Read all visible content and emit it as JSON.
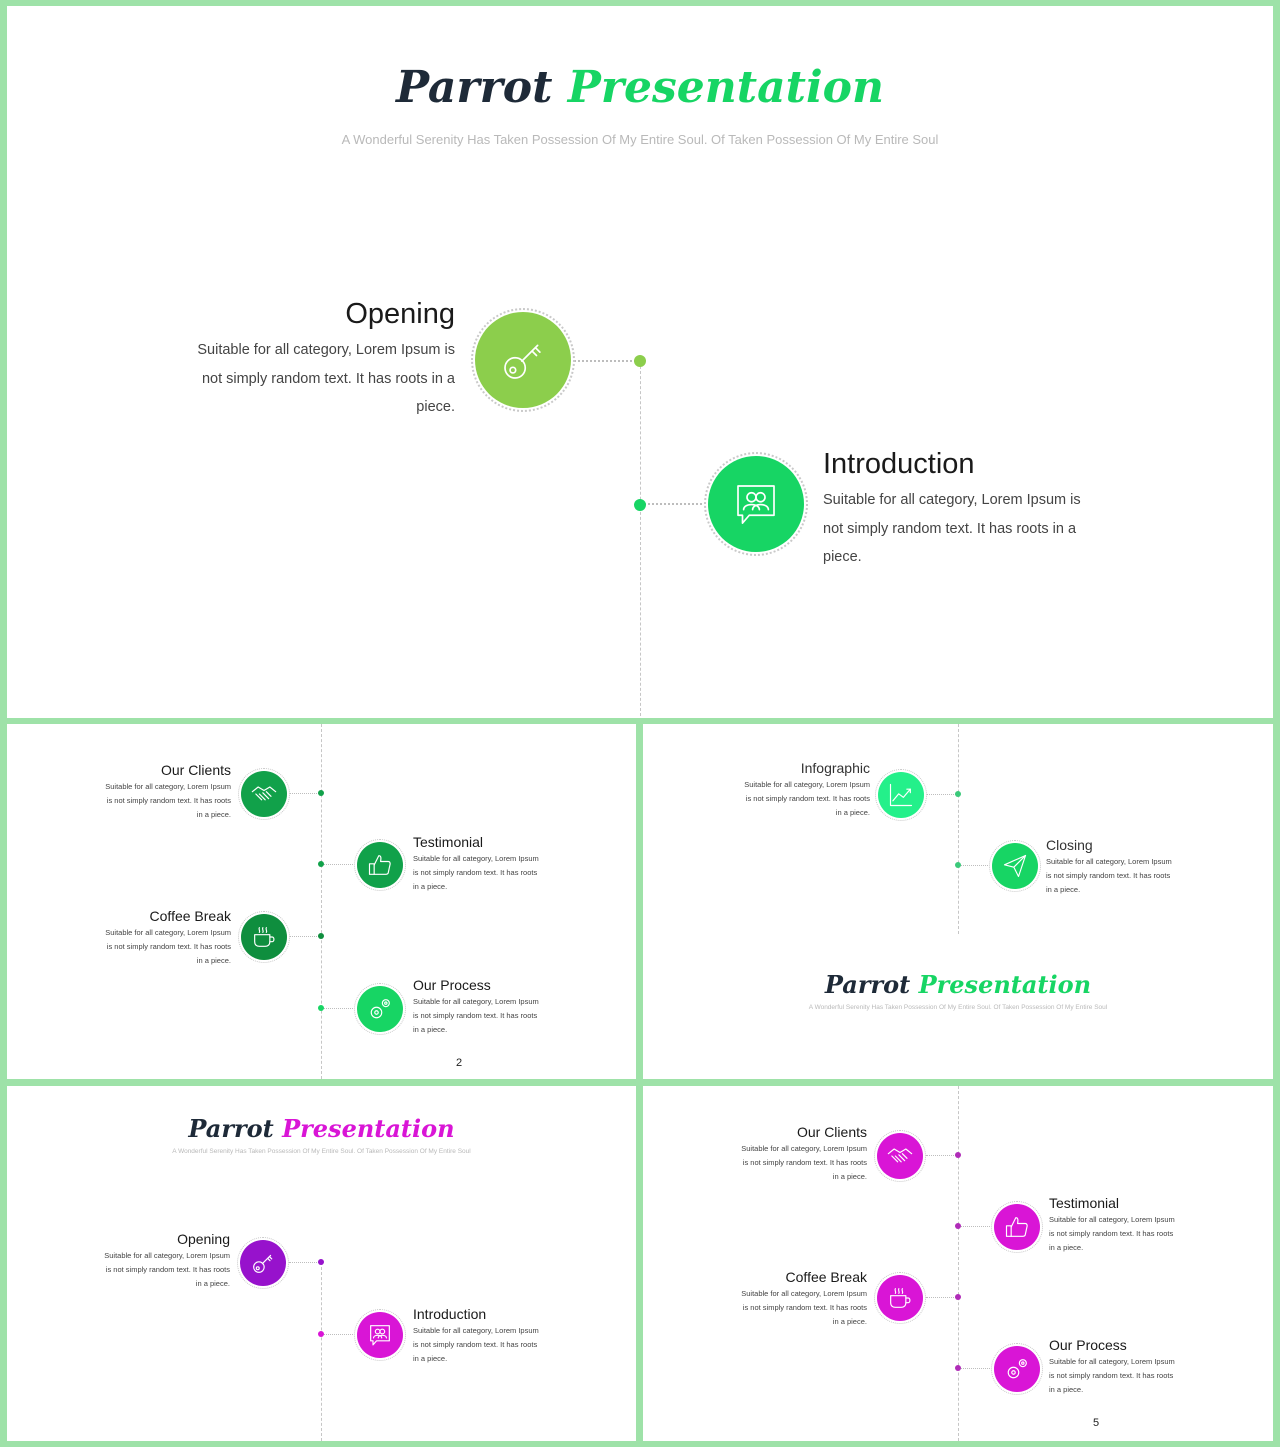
{
  "title_word1": "Parrot",
  "title_word2": "Presentation",
  "subtitle": "A Wonderful Serenity Has Taken Possession Of My Entire Soul. Of Taken Possession Of My Entire Soul",
  "desc": "Suitable for all category, Lorem Ipsum is not simply random text. It has roots in a piece.",
  "colors": {
    "frame": "#9ee2a8",
    "lime": "#8cce4c",
    "green": "#17d564",
    "dark_green": "#11a14a",
    "mint": "#24f08a",
    "purple": "#9712cc",
    "magenta": "#d915d6"
  },
  "slide1": {
    "items": [
      {
        "title": "Opening",
        "icon": "key-icon",
        "color": "#8cce4c"
      },
      {
        "title": "Introduction",
        "icon": "chat-users-icon",
        "color": "#17d564"
      }
    ]
  },
  "slide2": {
    "page_number": "2",
    "items": [
      {
        "title": "Our Clients",
        "icon": "handshake-icon",
        "color": "#11a14a"
      },
      {
        "title": "Testimonial",
        "icon": "thumbs-up-icon",
        "color": "#11a14a"
      },
      {
        "title": "Coffee Break",
        "icon": "coffee-icon",
        "color": "#0f8e3e"
      },
      {
        "title": "Our Process",
        "icon": "gears-icon",
        "color": "#17d564"
      }
    ]
  },
  "slide3": {
    "items": [
      {
        "title": "Infographic",
        "icon": "chart-icon",
        "color": "#24f08a"
      },
      {
        "title": "Closing",
        "icon": "paper-plane-icon",
        "color": "#17d564"
      }
    ]
  },
  "slide4": {
    "items": [
      {
        "title": "Opening",
        "icon": "key-icon",
        "color": "#9712cc"
      },
      {
        "title": "Introduction",
        "icon": "chat-users-icon",
        "color": "#d915d6"
      }
    ]
  },
  "slide5": {
    "page_number": "5",
    "items": [
      {
        "title": "Our Clients",
        "icon": "handshake-icon",
        "color": "#d915d6"
      },
      {
        "title": "Testimonial",
        "icon": "thumbs-up-icon",
        "color": "#d915d6"
      },
      {
        "title": "Coffee Break",
        "icon": "coffee-icon",
        "color": "#d915d6"
      },
      {
        "title": "Our Process",
        "icon": "gears-icon",
        "color": "#d915d6"
      }
    ]
  }
}
